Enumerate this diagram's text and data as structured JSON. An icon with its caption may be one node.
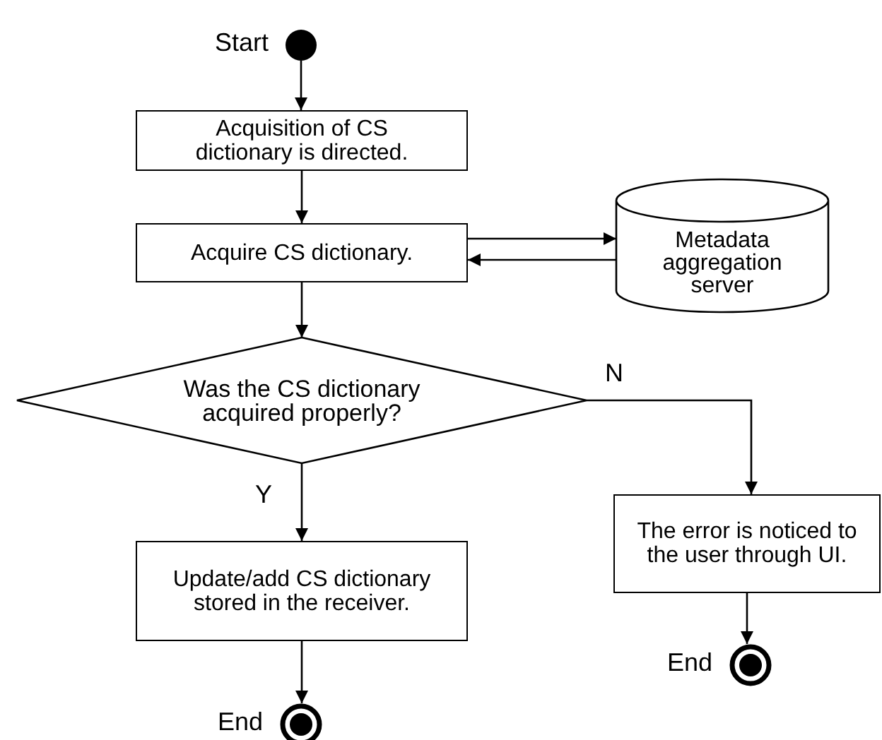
{
  "diagram": {
    "nodes": [
      {
        "text": [],
        "shape": "circle",
        "beside": [
          "Start"
        ]
      },
      {
        "text": [
          "Acquisition of CS dictionary is directed."
        ]
      },
      {
        "text": [
          "Acquire CS dictionary."
        ]
      },
      {
        "text": [
          "Metadata aggregation server"
        ]
      },
      {
        "text": [
          "Was the CS dictionary acquired properly?"
        ]
      },
      {
        "text": [
          "Update/add CS dictionary stored in the receiver."
        ]
      },
      {
        "text": [
          "The error is noticed to the user through UI."
        ]
      },
      {
        "text": [],
        "shape": "circle",
        "beside": [
          "End"
        ]
      },
      {
        "text": [],
        "shape": "circle",
        "beside": [
          "End"
        ]
      }
    ],
    "edges": [
      {
        "from": 0,
        "to": 1,
        "arrow": "to"
      },
      {
        "from": 1,
        "to": 2,
        "arrow": "to"
      },
      {
        "from": 2,
        "to": 3,
        "arrow": "to"
      },
      {
        "from": 3,
        "to": 2,
        "arrow": "to"
      },
      {
        "from": 2,
        "to": 4,
        "arrow": "to"
      },
      {
        "from": 4,
        "to": 5,
        "arrow": "to",
        "label": "Y"
      },
      {
        "from": 4,
        "to": 6,
        "arrow": "to",
        "label": "N"
      },
      {
        "from": 5,
        "to": 7,
        "arrow": "to"
      },
      {
        "from": 6,
        "to": 8,
        "arrow": "to"
      }
    ]
  }
}
